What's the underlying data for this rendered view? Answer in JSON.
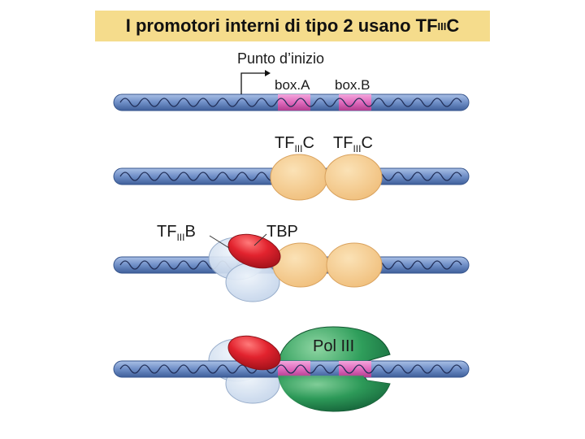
{
  "title": {
    "main": "I promotori interni di tipo 2 usano TF",
    "sub": "III",
    "suffix": "C"
  },
  "labels": {
    "start_point": "Punto d’inizio",
    "boxA": "box.A",
    "boxB": "box.B",
    "tf_prefix": "TF",
    "tf_sub": "III",
    "tfiiic_suffix": "C",
    "tfiiib_suffix": "B",
    "tbp": "TBP",
    "pol3": "Pol III"
  },
  "colors": {
    "banner": "#f5dc8c",
    "dna": "#7f9dd0",
    "box": "#e26fc0",
    "tfiiic": "#f4c98c",
    "tfiiib": "#d3e1f1",
    "tbp": "#dd2430",
    "pol3": "#2d9b5a"
  }
}
